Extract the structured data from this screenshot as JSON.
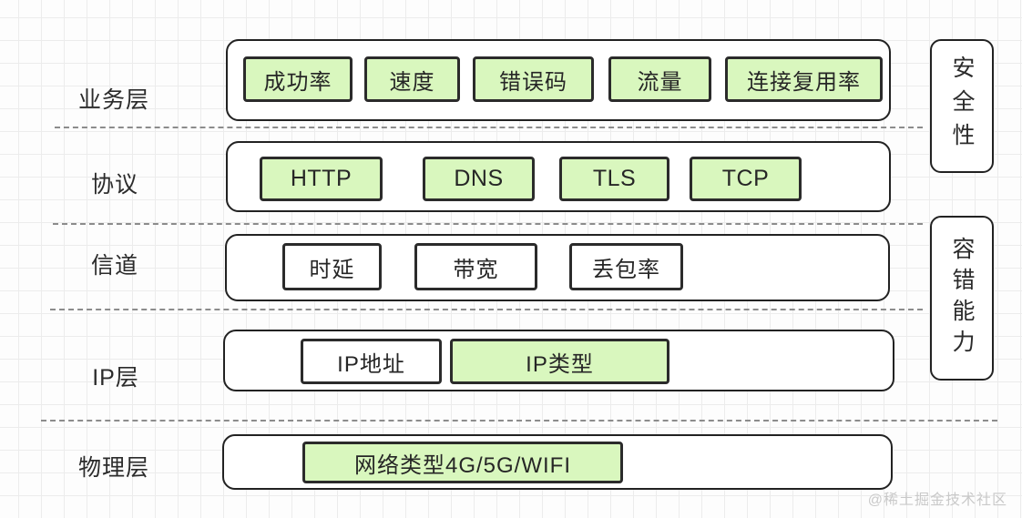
{
  "diagram": {
    "layers": [
      {
        "label": "业务层",
        "items": [
          {
            "label": "成功率",
            "fill": "green"
          },
          {
            "label": "速度",
            "fill": "green"
          },
          {
            "label": "错误码",
            "fill": "green"
          },
          {
            "label": "流量",
            "fill": "green"
          },
          {
            "label": "连接复用率",
            "fill": "green"
          }
        ]
      },
      {
        "label": "协议",
        "items": [
          {
            "label": "HTTP",
            "fill": "green"
          },
          {
            "label": "DNS",
            "fill": "green"
          },
          {
            "label": "TLS",
            "fill": "green"
          },
          {
            "label": "TCP",
            "fill": "green"
          }
        ]
      },
      {
        "label": "信道",
        "items": [
          {
            "label": "时延",
            "fill": "white"
          },
          {
            "label": "带宽",
            "fill": "white"
          },
          {
            "label": "丢包率",
            "fill": "white"
          }
        ]
      },
      {
        "label": "IP层",
        "items": [
          {
            "label": "IP地址",
            "fill": "white"
          },
          {
            "label": "IP类型",
            "fill": "green"
          }
        ]
      },
      {
        "label": "物理层",
        "items": [
          {
            "label": "网络类型4G/5G/WIFI",
            "fill": "green"
          }
        ]
      }
    ],
    "side_panels": [
      {
        "label": "安全性"
      },
      {
        "label": "容错能力"
      }
    ],
    "watermark": "@稀土掘金技术社区",
    "colors": {
      "item_green": "#d9f7be",
      "item_white": "#ffffff",
      "border": "#262626",
      "dashed_line": "#8c8c8c",
      "grid_line": "#ececec",
      "watermark_text": "#c9c9c9"
    }
  }
}
